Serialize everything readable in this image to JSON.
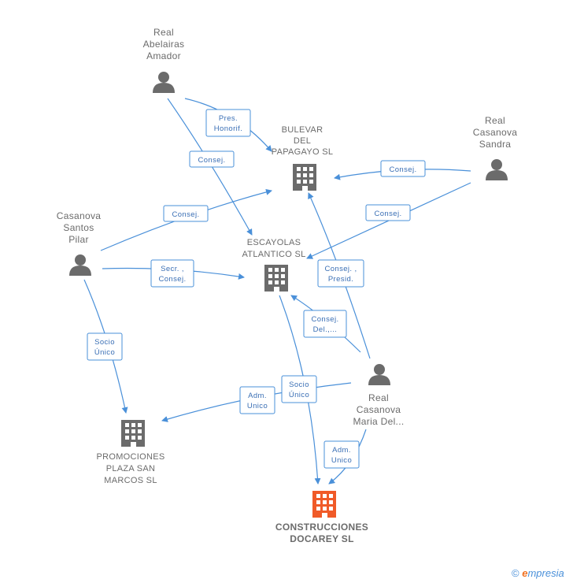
{
  "nodes": {
    "real_abelairas": {
      "lines": [
        "Real",
        "Abelairas",
        "Amador"
      ],
      "type": "person"
    },
    "bulevar": {
      "lines": [
        "BULEVAR",
        "DEL",
        "PAPAGAYO SL"
      ],
      "type": "company"
    },
    "real_sandra": {
      "lines": [
        "Real",
        "Casanova",
        "Sandra"
      ],
      "type": "person"
    },
    "casanova_pilar": {
      "lines": [
        "Casanova",
        "Santos",
        "Pilar"
      ],
      "type": "person"
    },
    "escayolas": {
      "lines": [
        "ESCAYOLAS",
        "ATLANTICO SL"
      ],
      "type": "company"
    },
    "real_maria": {
      "lines": [
        "Real",
        "Casanova",
        "Maria Del..."
      ],
      "type": "person"
    },
    "promociones": {
      "lines": [
        "PROMOCIONES",
        "PLAZA SAN",
        "MARCOS SL"
      ],
      "type": "company"
    },
    "construcciones": {
      "lines": [
        "CONSTRUCCIONES",
        "DOCAREY SL"
      ],
      "type": "focus-company"
    }
  },
  "edges": [
    {
      "id": "e1",
      "lines": [
        "Pres.",
        "Honorif."
      ]
    },
    {
      "id": "e2",
      "lines": [
        "Consej."
      ]
    },
    {
      "id": "e3",
      "lines": [
        "Consej."
      ]
    },
    {
      "id": "e4",
      "lines": [
        "Consej."
      ]
    },
    {
      "id": "e5",
      "lines": [
        "Consej."
      ]
    },
    {
      "id": "e6",
      "lines": [
        "Secr. ,",
        "Consej."
      ]
    },
    {
      "id": "e7",
      "lines": [
        "Consej. ,",
        "Presid."
      ]
    },
    {
      "id": "e8",
      "lines": [
        "Consej.",
        "Del.,..."
      ]
    },
    {
      "id": "e9",
      "lines": [
        "Socio",
        "Único"
      ]
    },
    {
      "id": "e10",
      "lines": [
        "Adm.",
        "Unico"
      ]
    },
    {
      "id": "e11",
      "lines": [
        "Socio",
        "Único"
      ]
    },
    {
      "id": "e12",
      "lines": [
        "Adm.",
        "Unico"
      ]
    }
  ],
  "colors": {
    "edge": "#4a90d9",
    "icon": "#6b6b6b",
    "focus": "#f05a28",
    "text": "#6b6b6b"
  },
  "footer": {
    "copyright": "©",
    "brand_initial": "e",
    "brand_rest": "mpresia"
  }
}
